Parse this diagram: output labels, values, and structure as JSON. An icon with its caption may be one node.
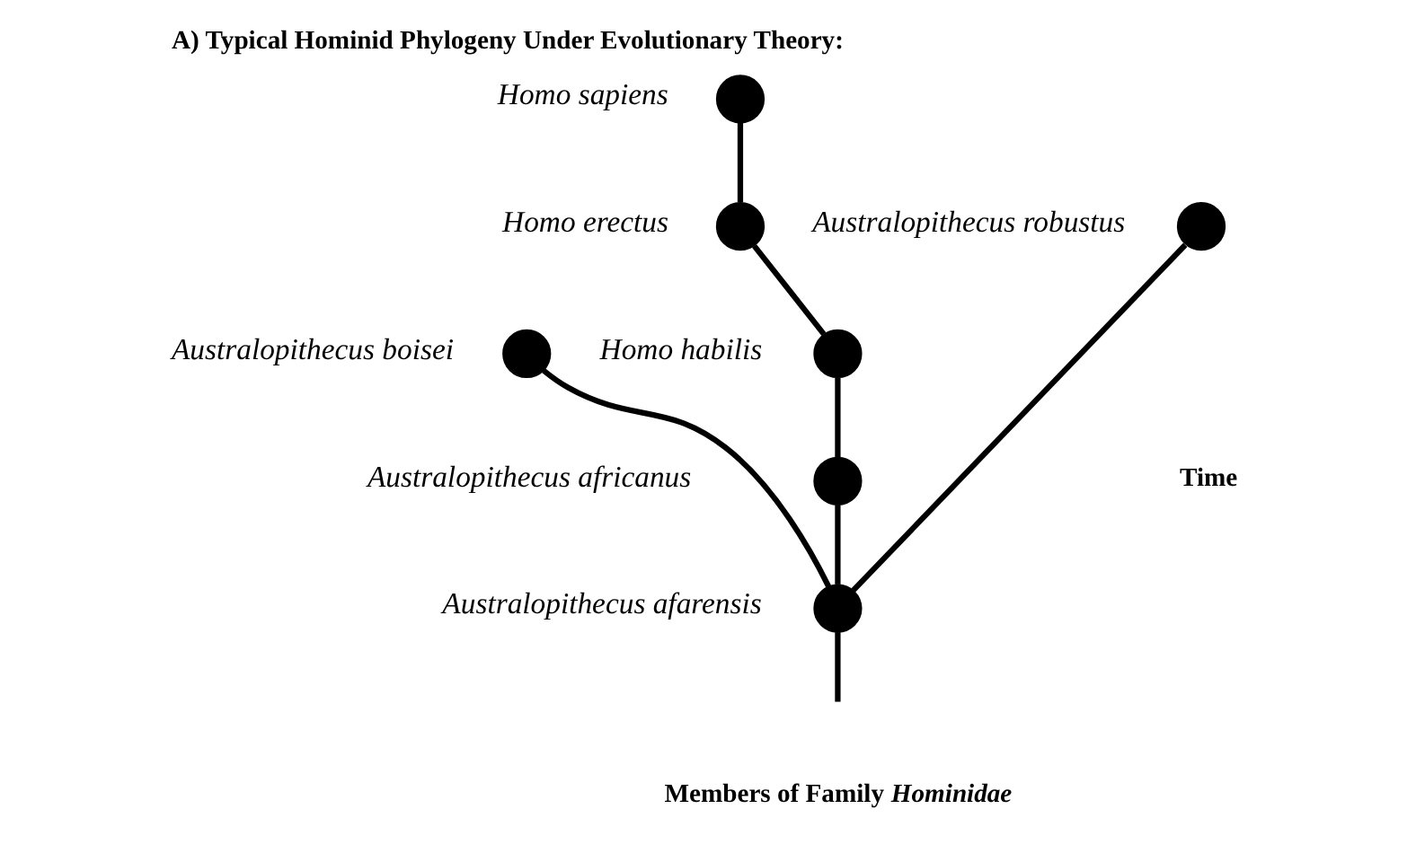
{
  "diagram": {
    "title": "A) Typical Hominid Phylogeny Under Evolutionary Theory:",
    "nodes": [
      {
        "text": [],
        "shape": "circle",
        "beside": [
          "Homo sapiens"
        ]
      },
      {
        "text": [],
        "shape": "circle",
        "beside": [
          "Homo erectus"
        ]
      },
      {
        "text": [],
        "shape": "circle",
        "beside": [
          "Australopithecus robustus"
        ]
      },
      {
        "text": [],
        "shape": "circle",
        "beside": [
          "Homo habilis"
        ]
      },
      {
        "text": [],
        "shape": "circle",
        "beside": [
          "Australopithecus boisei"
        ]
      },
      {
        "text": [],
        "shape": "circle",
        "beside": [
          "Australopithecus africanus"
        ]
      },
      {
        "text": [],
        "shape": "circle",
        "beside": [
          "Australopithecus afarensis"
        ]
      }
    ],
    "edges": [
      {
        "from": null,
        "to": 6,
        "arrow": "none"
      },
      {
        "from": 6,
        "to": 5,
        "arrow": "none"
      },
      {
        "from": 5,
        "to": 3,
        "arrow": "none"
      },
      {
        "from": 3,
        "to": 1,
        "arrow": "none"
      },
      {
        "from": 1,
        "to": 0,
        "arrow": "none"
      },
      {
        "from": 6,
        "to": 2,
        "arrow": "none"
      },
      {
        "from": 6,
        "to": 4,
        "arrow": "none"
      }
    ],
    "labels": [
      "Time",
      "Members of Family *Hominidae*"
    ]
  }
}
